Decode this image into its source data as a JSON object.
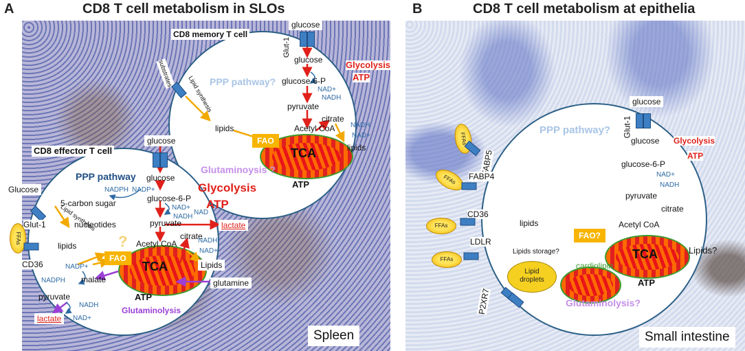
{
  "panel_a": {
    "letter": "A",
    "title": "CD8 T cell metabolism in SLOs",
    "caption": "Spleen",
    "memory": {
      "title": "CD8 memory T cell",
      "glucose": "glucose",
      "glut1": "Glut-1",
      "substrates": "substrates",
      "lipid_synthesis": "Lipid synthesis",
      "ppp": "PPP pathway?",
      "glycolysis": "Glycolysis",
      "atp_red": "ATP",
      "glucose2": "glucose",
      "g6p": "glucose-6-P",
      "nad_plus": "NAD+",
      "nadh": "NADH",
      "pyruvate": "pyruvate",
      "lipids": "lipids",
      "acetyl": "Acetyl CoA",
      "citrate": "citrate",
      "nadh2": "NADH",
      "nad_plus2": "NAD+",
      "lipids2": "lipids",
      "fao": "FAO",
      "tca": "TCA",
      "glutaminoysis": "Glutaminoysis ?",
      "atp": "ATP"
    },
    "effector": {
      "title": "CD8 effector T cell",
      "glucose_top": "glucose",
      "ppp": "PPP pathway",
      "nadph": "NADPH",
      "nadp_plus": "NADP+",
      "five_carbon": "5-carbon sugar",
      "nucleotides": "nucleotides",
      "glucose2": "glucose",
      "g6p": "glucose-6-P",
      "nad_plus": "NAD+",
      "nadh": "NADH",
      "nad_label": "NAD",
      "pyruvate": "pyruvate",
      "lactate": "lactate",
      "glycolysis": "Glycolysis",
      "atp_red": "ATP",
      "acetyl": "Acetyl CoA",
      "citrate": "citrate",
      "nadh2": "NADH",
      "nad_plus2": "NAD+",
      "lipids_big": "Lipids",
      "glutamine": "glutamine",
      "glucose_ext": "Glucose",
      "glut1": "Glut-1",
      "lipid_synthesis": "Lipid synthesis",
      "lipids": "lipids",
      "ffas": "FFAs",
      "cd36": "CD36",
      "fao": "FAO",
      "question": "?",
      "tca": "TCA",
      "nadp_plus2": "NADP+",
      "nadph2": "NADPH",
      "malate": "malate",
      "pyruvate2": "pyruvate",
      "nadh3": "NADH",
      "nad_plus3": "NAD+",
      "lactate2": "lactate",
      "atp": "ATP",
      "glutaminolysis": "Glutaminolysis"
    }
  },
  "panel_b": {
    "letter": "B",
    "title": "CD8 T cell metabolism at epithelia",
    "caption": "Small intestine",
    "glucose": "glucose",
    "glut1": "Glut-1",
    "ppp": "PPP pathway?",
    "ffas": "FFAs",
    "fabp5": "FABP5",
    "fabp4": "FABP4",
    "cd36": "CD36",
    "ldlr": "LDLR",
    "p2rx7": "P2XR7",
    "glucose2": "glucose",
    "glycolysis": "Glycolysis",
    "atp_red": "ATP",
    "g6p": "glucose-6-P",
    "nad_plus": "NAD+",
    "nadh": "NADH",
    "pyruvate": "pyruvate",
    "citrate": "citrate",
    "acetyl": "Acetyl CoA",
    "lipids": "lipids",
    "lipids_q": "Lipids?",
    "fao": "FAO?",
    "tca": "TCA",
    "lipid_storage": "Lipids storage?",
    "lipid_droplets": "Lipid droplets",
    "cardiolipin": "cardiolipin",
    "atp": "ATP",
    "glutaminolysis": "Glutaminolysis?"
  },
  "colors": {
    "cell_border": "#2b5f86",
    "glycolysis_red": "#e0201a",
    "fao_yellow": "#f7b400",
    "purple": "#9b3fd6",
    "ppp_lightblue": "#a9c5e6",
    "arrow_orange": "#f2a900"
  }
}
